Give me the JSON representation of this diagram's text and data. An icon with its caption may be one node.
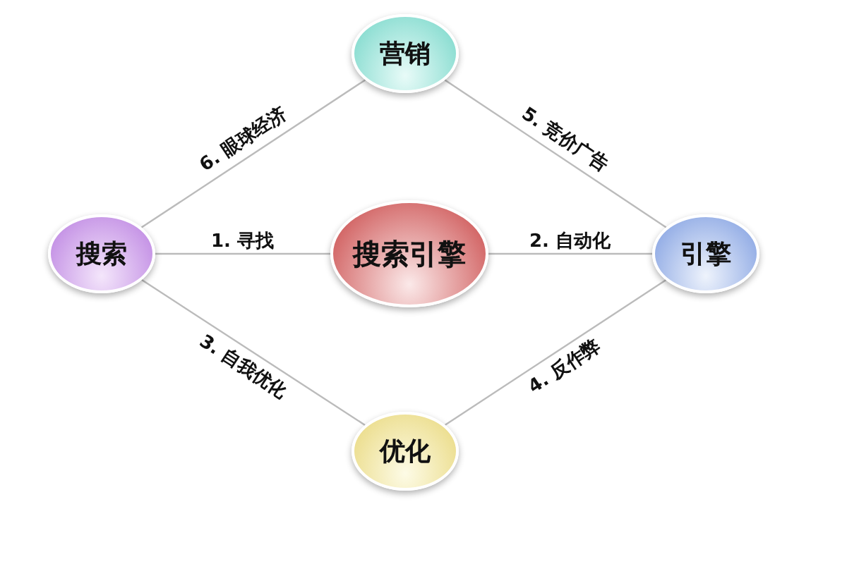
{
  "diagram": {
    "nodes": [
      {
        "text": [
          "营销"
        ]
      },
      {
        "text": [
          "搜索"
        ]
      },
      {
        "text": [
          "搜索引擎"
        ]
      },
      {
        "text": [
          "引擎"
        ]
      },
      {
        "text": [
          "优化"
        ]
      }
    ],
    "edges": [
      {
        "from": 1,
        "to": 2,
        "arrow": "none",
        "label": "1. 寻找"
      },
      {
        "from": 2,
        "to": 3,
        "arrow": "none",
        "label": "2. 自动化"
      },
      {
        "from": 1,
        "to": 4,
        "arrow": "none",
        "label": "3. 自我优化"
      },
      {
        "from": 4,
        "to": 3,
        "arrow": "none",
        "label": "4. 反作弊"
      },
      {
        "from": 0,
        "to": 3,
        "arrow": "none",
        "label": "5. 竞价广告"
      },
      {
        "from": 1,
        "to": 0,
        "arrow": "none",
        "label": "6. 眼球经济"
      }
    ]
  }
}
